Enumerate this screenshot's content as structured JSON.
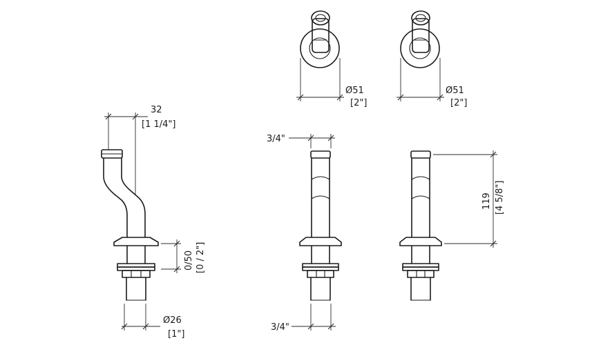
{
  "labels": {
    "offset_width_mm": "32",
    "offset_width_in": "[1 1/4\"]",
    "adjust_range_mm": "0/50",
    "adjust_range_in": "[0 / 2\"]",
    "shank_dia_mm": "Ø26",
    "shank_dia_in": "[1\"]",
    "flange_dia_left_mm": "Ø51",
    "flange_dia_left_in": "[2\"]",
    "flange_dia_right_mm": "Ø51",
    "flange_dia_right_in": "[2\"]",
    "thread_top": "3/4\"",
    "thread_bottom": "3/4\"",
    "height_mm": "119",
    "height_in": "[4 5/8\"]"
  }
}
